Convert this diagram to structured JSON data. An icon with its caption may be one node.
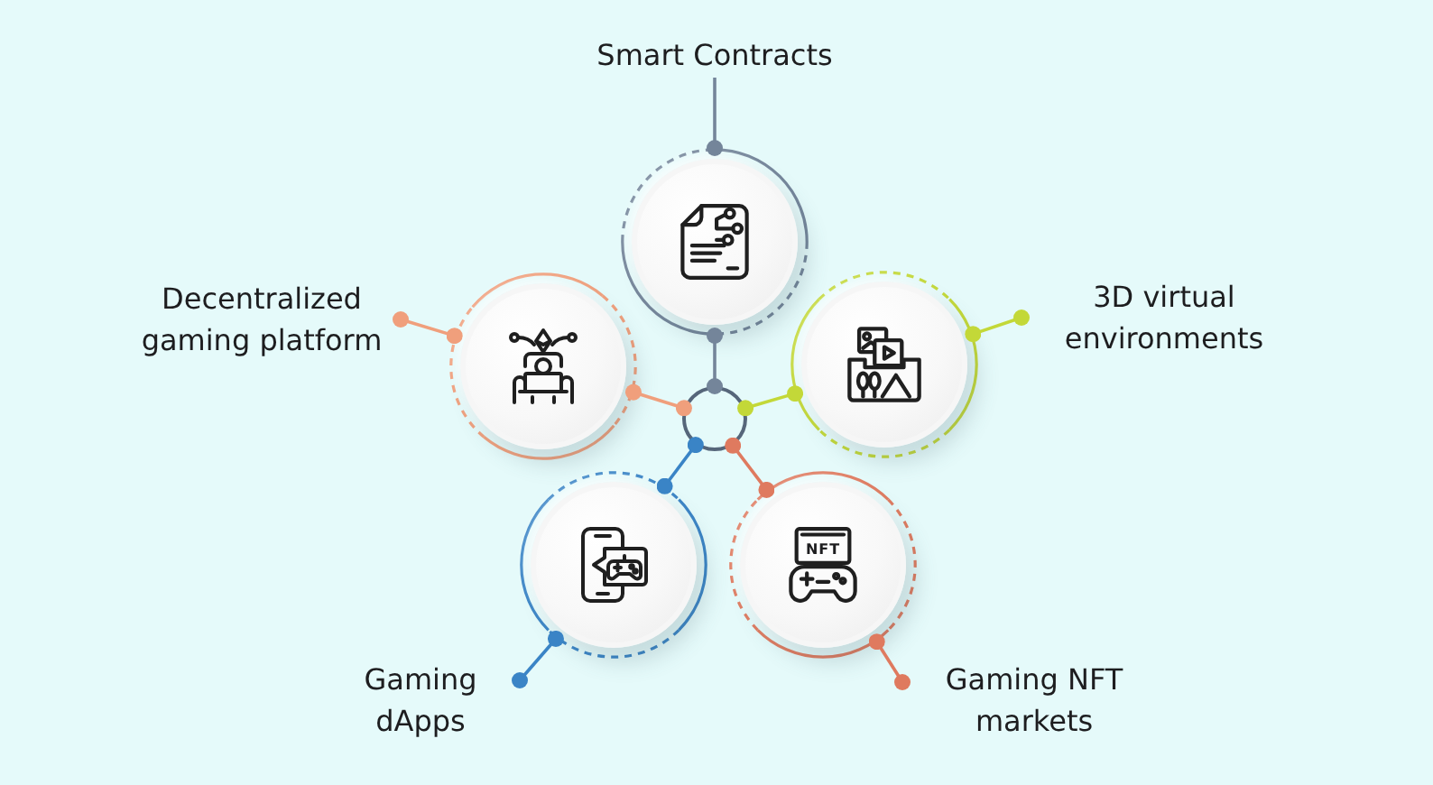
{
  "diagram": {
    "nodes": [
      {
        "text": [
          "Smart Contracts"
        ]
      },
      {
        "text": [],
        "shape": "circle"
      },
      {
        "text": [
          "Decentralized gaming platform"
        ]
      },
      {
        "text": [],
        "shape": "circle"
      },
      {
        "text": [],
        "shape": "circle"
      },
      {
        "text": [
          "3D virtual environments"
        ]
      },
      {
        "text": [],
        "shape": "circle"
      },
      {
        "text": [],
        "shape": "circle"
      },
      {
        "text": [],
        "shape": "circle"
      },
      {
        "text": [
          "Gaming dApps"
        ]
      },
      {
        "text": [
          "Gaming NFT markets"
        ]
      }
    ],
    "edges": [
      {
        "from": 6,
        "to": 1,
        "arrow": "other",
        "color": "#74859a"
      },
      {
        "from": 6,
        "to": 3,
        "arrow": "other",
        "color": "#f09f7c"
      },
      {
        "from": 6,
        "to": 4,
        "arrow": "other",
        "color": "#c3d838"
      },
      {
        "from": 6,
        "to": 7,
        "arrow": "other",
        "color": "#3a84c6"
      },
      {
        "from": 6,
        "to": 8,
        "arrow": "other",
        "color": "#df7a5f"
      },
      {
        "from": 1,
        "to": 0,
        "arrow": "other",
        "color": "#74859a"
      },
      {
        "from": 3,
        "to": 2,
        "arrow": "other",
        "color": "#f09f7c"
      },
      {
        "from": 4,
        "to": 5,
        "arrow": "other",
        "color": "#c3d838"
      },
      {
        "from": 7,
        "to": 9,
        "arrow": "other",
        "color": "#3a84c6"
      },
      {
        "from": 8,
        "to": 10,
        "arrow": "other",
        "color": "#df7a5f"
      }
    ],
    "labels": [
      "NFT"
    ]
  }
}
